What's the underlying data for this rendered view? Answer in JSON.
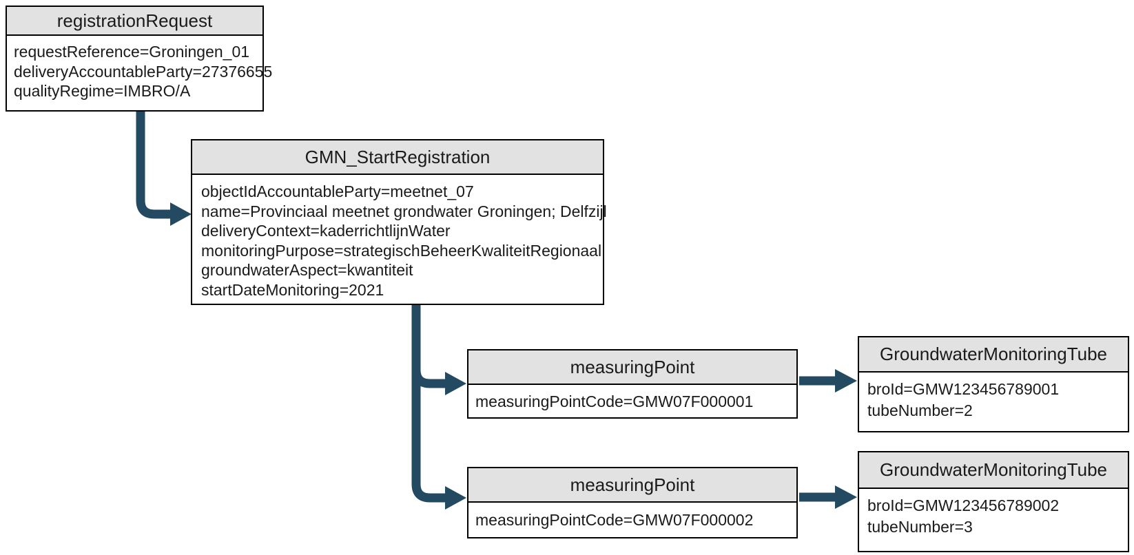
{
  "theme": {
    "arrow_color": "#244a62",
    "header_fill": "#e2e2e2",
    "border_color": "#000000",
    "text_color": "#1a1a1a",
    "background": "#ffffff"
  },
  "nodes": {
    "registration_request": {
      "title": "registrationRequest",
      "lines": [
        "requestReference=Groningen_01",
        "deliveryAccountableParty=27376655",
        "qualityRegime=IMBRO/A"
      ]
    },
    "gmn_start_registration": {
      "title": "GMN_StartRegistration",
      "lines": [
        "objectIdAccountableParty=meetnet_07",
        "name=Provinciaal meetnet grondwater Groningen; Delfzijl",
        "deliveryContext=kaderrichtlijnWater",
        "monitoringPurpose=strategischBeheerKwaliteitRegionaal",
        "groundwaterAspect=kwantiteit",
        "startDateMonitoring=2021"
      ]
    },
    "measuring_point_1": {
      "title": "measuringPoint",
      "lines": [
        "measuringPointCode=GMW07F000001"
      ]
    },
    "measuring_point_2": {
      "title": "measuringPoint",
      "lines": [
        "measuringPointCode=GMW07F000002"
      ]
    },
    "tube_1": {
      "title": "GroundwaterMonitoringTube",
      "lines": [
        "broId=GMW123456789001",
        "tubeNumber=2"
      ]
    },
    "tube_2": {
      "title": "GroundwaterMonitoringTube",
      "lines": [
        "broId=GMW123456789002",
        "tubeNumber=3"
      ]
    }
  },
  "edges": [
    {
      "from": "registration_request",
      "to": "gmn_start_registration"
    },
    {
      "from": "gmn_start_registration",
      "to": "measuring_point_1"
    },
    {
      "from": "gmn_start_registration",
      "to": "measuring_point_2"
    },
    {
      "from": "measuring_point_1",
      "to": "tube_1"
    },
    {
      "from": "measuring_point_2",
      "to": "tube_2"
    }
  ]
}
